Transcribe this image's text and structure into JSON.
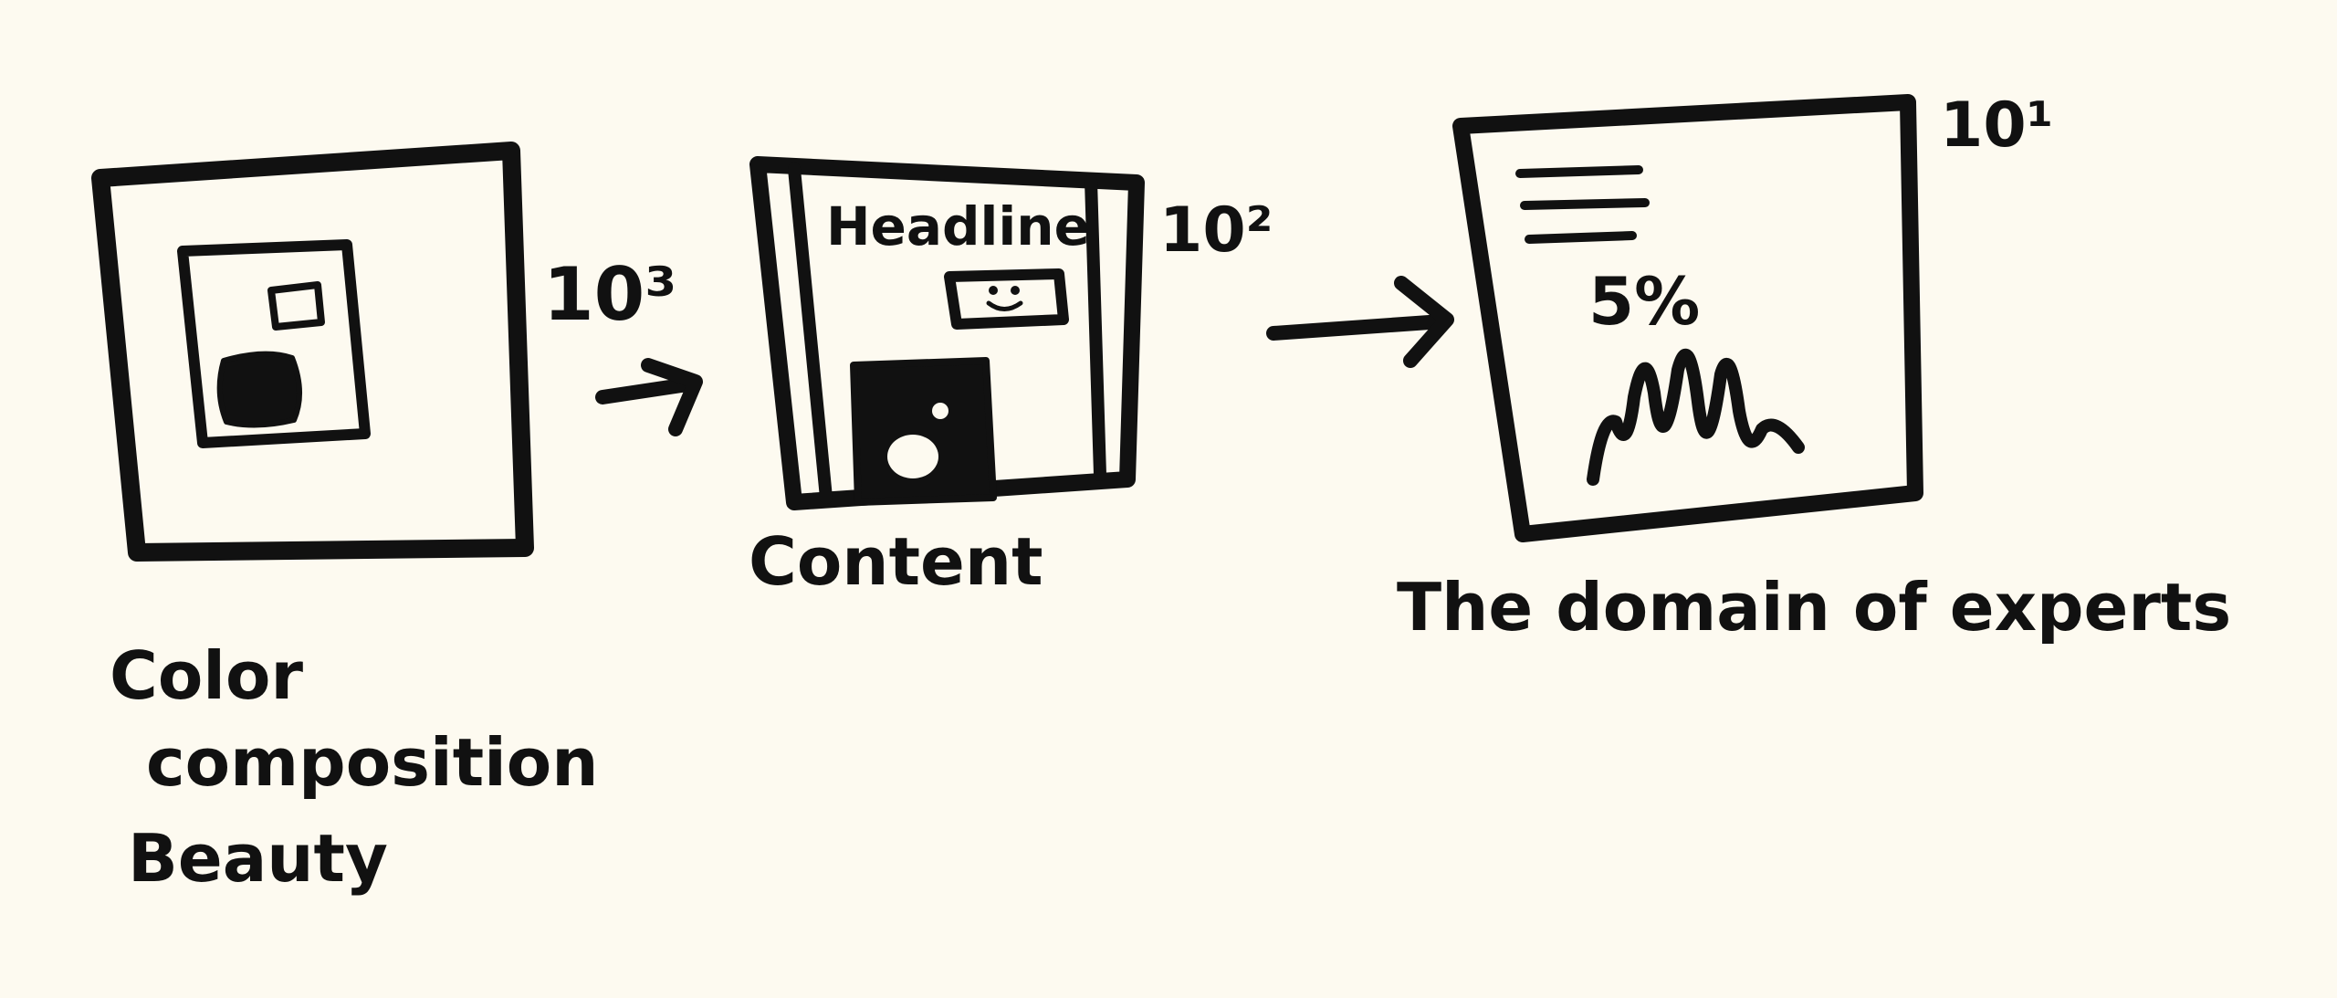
{
  "colors": {
    "paper": "#fdfaf0",
    "ink": "#111111"
  },
  "panels": [
    {
      "id": "beauty",
      "scale": "10³",
      "caption_lines": [
        "Color",
        "composition",
        "Beauty"
      ]
    },
    {
      "id": "content",
      "scale": "10²",
      "headline": "Headline",
      "caption": "Content"
    },
    {
      "id": "experts",
      "scale": "10¹",
      "stat": "5%",
      "caption": "The domain of experts"
    }
  ],
  "icons": [
    "right-arrow-icon",
    "smiley-icon",
    "bar-chart-icon"
  ]
}
